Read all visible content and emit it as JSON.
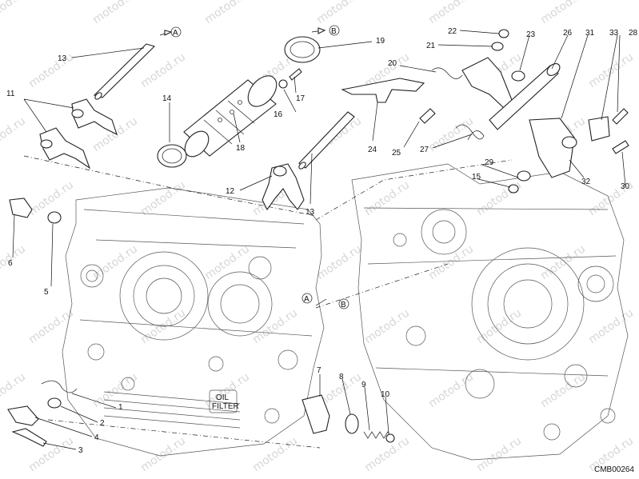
{
  "drawing_code": "CMB00264",
  "watermark": "motod.ru",
  "reference_letters": [
    "A",
    "B"
  ],
  "callouts": [
    "1",
    "2",
    "3",
    "4",
    "5",
    "6",
    "7",
    "8",
    "9",
    "10",
    "11",
    "12",
    "13",
    "13",
    "14",
    "15",
    "16",
    "17",
    "18",
    "19",
    "20",
    "21",
    "22",
    "23",
    "24",
    "25",
    "26",
    "27",
    "28",
    "29",
    "30",
    "31",
    "32",
    "33"
  ],
  "case_labels": {
    "oil": "OIL",
    "filter": "FILTER"
  }
}
